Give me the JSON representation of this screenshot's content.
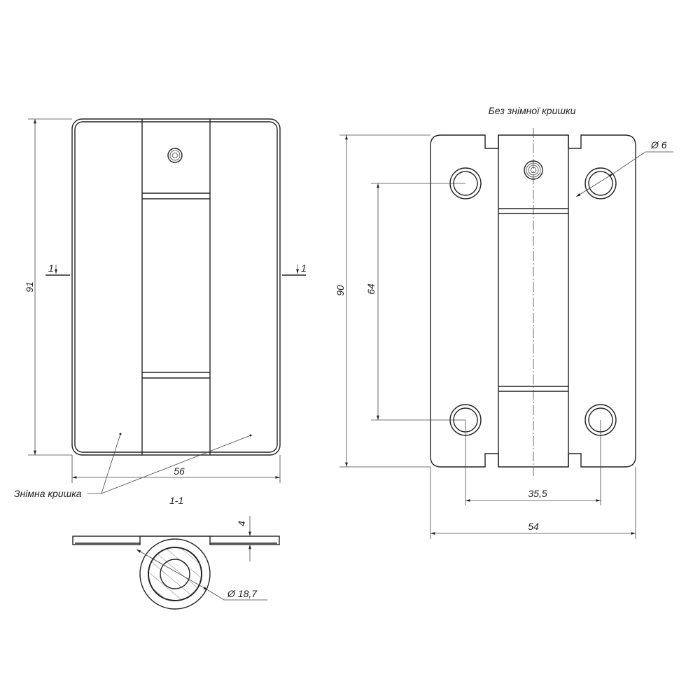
{
  "front_view": {
    "height_dim": "91",
    "width_dim": "56",
    "section_mark": "1",
    "cover_label": "Знімна кришка"
  },
  "section_view": {
    "title": "1-1",
    "thickness_dim": "4",
    "diameter_dim": "Ø 18,7"
  },
  "back_view": {
    "title": "Без знімної кришки",
    "height_dim": "90",
    "hole_spacing_vertical": "64",
    "hole_spacing_horizontal": "35,5",
    "width_dim": "54",
    "hole_diameter": "Ø 6"
  }
}
